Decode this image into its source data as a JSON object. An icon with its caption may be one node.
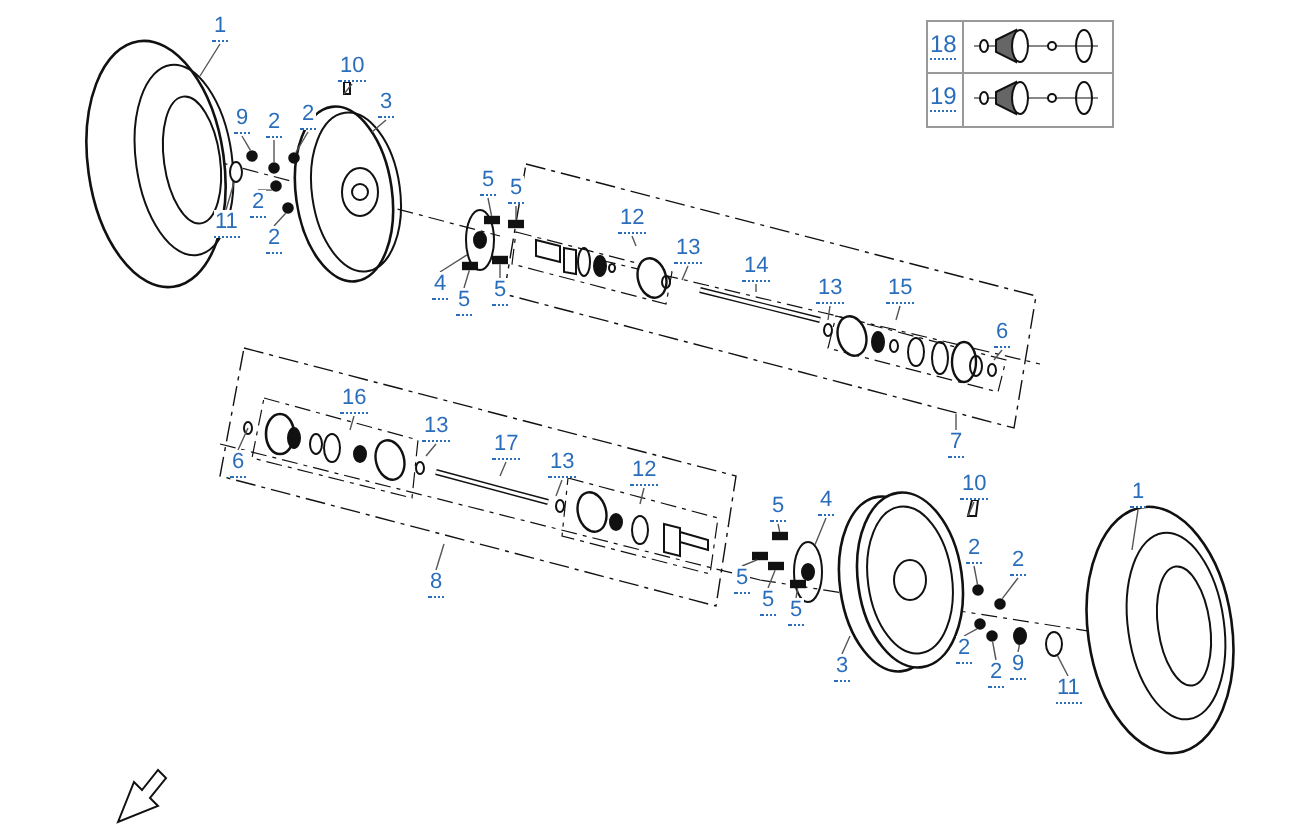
{
  "diagram": {
    "nodes": [
      {
        "text": [
          "1"
        ]
      },
      {
        "text": [
          "10"
        ]
      },
      {
        "text": [
          "3"
        ]
      },
      {
        "text": [
          "9"
        ]
      },
      {
        "text": [
          "2"
        ]
      },
      {
        "text": [
          "2"
        ]
      },
      {
        "text": [
          "11"
        ]
      },
      {
        "text": [
          "2"
        ]
      },
      {
        "text": [
          "2"
        ]
      },
      {
        "text": [
          "5"
        ]
      },
      {
        "text": [
          "5"
        ]
      },
      {
        "text": [
          "4"
        ]
      },
      {
        "text": [
          "5"
        ]
      },
      {
        "text": [
          "5"
        ]
      },
      {
        "text": [
          "12"
        ]
      },
      {
        "text": [
          "13"
        ]
      },
      {
        "text": [
          "14"
        ]
      },
      {
        "text": [
          "13"
        ]
      },
      {
        "text": [
          "15"
        ]
      },
      {
        "text": [
          "6"
        ]
      },
      {
        "text": [
          "7"
        ]
      },
      {
        "text": [
          "16"
        ]
      },
      {
        "text": [
          "6"
        ]
      },
      {
        "text": [
          "13"
        ]
      },
      {
        "text": [
          "17"
        ]
      },
      {
        "text": [
          "13"
        ]
      },
      {
        "text": [
          "12"
        ]
      },
      {
        "text": [
          "8"
        ]
      },
      {
        "text": [
          "10"
        ]
      },
      {
        "text": [
          "1"
        ]
      },
      {
        "text": [
          "5"
        ]
      },
      {
        "text": [
          "4"
        ]
      },
      {
        "text": [
          "5"
        ]
      },
      {
        "text": [
          "5"
        ]
      },
      {
        "text": [
          "5"
        ]
      },
      {
        "text": [
          "2"
        ]
      },
      {
        "text": [
          "2"
        ]
      },
      {
        "text": [
          "2"
        ]
      },
      {
        "text": [
          "2"
        ]
      },
      {
        "text": [
          "9"
        ]
      },
      {
        "text": [
          "11"
        ]
      },
      {
        "text": [
          "3"
        ]
      },
      {
        "text": [],
        "shape": "circle"
      },
      {
        "text": [],
        "shape": "circle"
      },
      {
        "text": [],
        "shape": "circle"
      },
      {
        "text": [],
        "shape": "bar"
      },
      {
        "text": [],
        "shape": "bar"
      },
      {
        "text": [],
        "shape": "bar"
      },
      {
        "text": [],
        "shape": "circle"
      },
      {
        "text": [],
        "shape": "circle"
      },
      {
        "text": [],
        "shape": "bar"
      },
      {
        "text": [],
        "shape": "bar"
      },
      {
        "text": [],
        "shape": "circle"
      },
      {
        "text": [],
        "shape": "bar"
      },
      {
        "text": [],
        "shape": "bar"
      },
      {
        "text": [],
        "shape": "bar"
      },
      {
        "text": [],
        "shape": "circle"
      },
      {
        "text": [],
        "shape": "circle"
      },
      {
        "text": [],
        "shape": "circle"
      },
      {
        "text": [],
        "shape": "circle"
      },
      {
        "text": [],
        "shape": "circle"
      },
      {
        "text": [],
        "shape": "circle"
      },
      {
        "text": [],
        "shape": "circle"
      },
      {
        "text": [],
        "shape": "circle"
      }
    ],
    "edges": [
      {
        "from": 0,
        "to": null,
        "arrow": "none"
      },
      {
        "from": 1,
        "to": null,
        "arrow": "none"
      },
      {
        "from": 2,
        "to": null,
        "arrow": "none"
      },
      {
        "from": 3,
        "to": 56,
        "arrow": "none"
      },
      {
        "from": 4,
        "to": 48,
        "arrow": "none"
      },
      {
        "from": 5,
        "to": 42,
        "arrow": "none"
      },
      {
        "from": 6,
        "to": 43,
        "arrow": "none"
      },
      {
        "from": 7,
        "to": 57,
        "arrow": "none"
      },
      {
        "from": 8,
        "to": 44,
        "arrow": "none"
      },
      {
        "from": 9,
        "to": 53,
        "arrow": "none"
      },
      {
        "from": 10,
        "to": 54,
        "arrow": "none"
      },
      {
        "from": 11,
        "to": 49,
        "arrow": "none"
      },
      {
        "from": 12,
        "to": 45,
        "arrow": "none"
      },
      {
        "from": 13,
        "to": 50,
        "arrow": "none"
      },
      {
        "from": 14,
        "to": null,
        "arrow": "none"
      },
      {
        "from": 15,
        "to": null,
        "arrow": "none"
      },
      {
        "from": 16,
        "to": null,
        "arrow": "none"
      },
      {
        "from": 17,
        "to": null,
        "arrow": "none"
      },
      {
        "from": 18,
        "to": null,
        "arrow": "none"
      },
      {
        "from": 19,
        "to": null,
        "arrow": "none"
      },
      {
        "from": 20,
        "to": null,
        "arrow": "none"
      },
      {
        "from": 21,
        "to": null,
        "arrow": "none"
      },
      {
        "from": 22,
        "to": null,
        "arrow": "none"
      },
      {
        "from": 23,
        "to": null,
        "arrow": "none"
      },
      {
        "from": 24,
        "to": null,
        "arrow": "none"
      },
      {
        "from": 25,
        "to": null,
        "arrow": "none"
      },
      {
        "from": 26,
        "to": null,
        "arrow": "none"
      },
      {
        "from": 27,
        "to": null,
        "arrow": "none"
      },
      {
        "from": 28,
        "to": null,
        "arrow": "none"
      },
      {
        "from": 29,
        "to": null,
        "arrow": "none"
      },
      {
        "from": 30,
        "to": 55,
        "arrow": "none"
      },
      {
        "from": 31,
        "to": 52,
        "arrow": "none"
      },
      {
        "from": 32,
        "to": 51,
        "arrow": "none"
      },
      {
        "from": 33,
        "to": 46,
        "arrow": "none"
      },
      {
        "from": 34,
        "to": 47,
        "arrow": "none"
      },
      {
        "from": 35,
        "to": 58,
        "arrow": "none"
      },
      {
        "from": 36,
        "to": 59,
        "arrow": "none"
      },
      {
        "from": 37,
        "to": 60,
        "arrow": "none"
      },
      {
        "from": 38,
        "to": 61,
        "arrow": "none"
      },
      {
        "from": 39,
        "to": 62,
        "arrow": "none"
      },
      {
        "from": 40,
        "to": 63,
        "arrow": "none"
      },
      {
        "from": 41,
        "to": null,
        "arrow": "none"
      }
    ],
    "labels": [
      "18",
      "19"
    ]
  }
}
